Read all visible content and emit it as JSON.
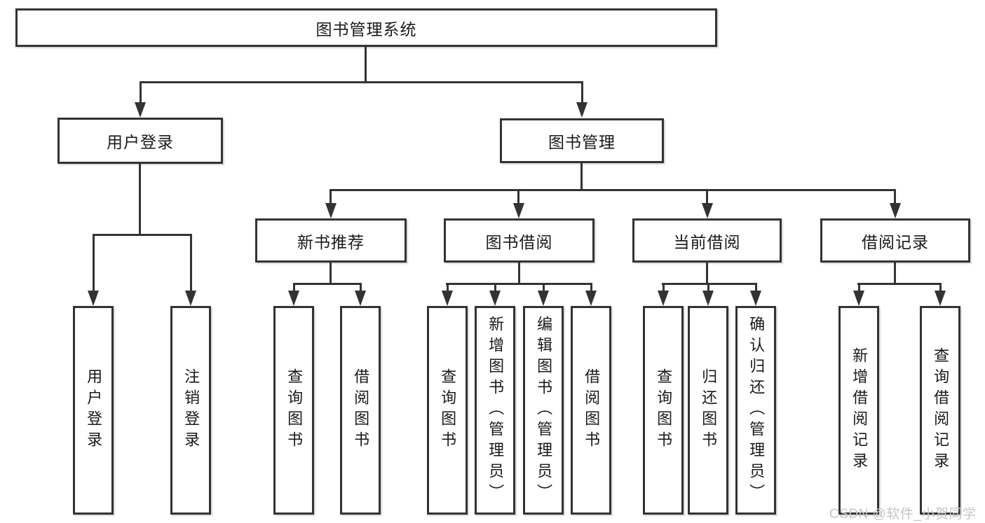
{
  "tree": {
    "label": "图书管理系统",
    "children": [
      {
        "label": "用户登录",
        "children": [
          {
            "label": "用户登录"
          },
          {
            "label": "注销登录"
          }
        ]
      },
      {
        "label": "图书管理",
        "children": [
          {
            "label": "新书推荐",
            "children": [
              {
                "label": "查询图书"
              },
              {
                "label": "借阅图书"
              }
            ]
          },
          {
            "label": "图书借阅",
            "children": [
              {
                "label": "查询图书"
              },
              {
                "label": "新增图书（管理员）"
              },
              {
                "label": "编辑图书（管理员）"
              },
              {
                "label": "借阅图书"
              }
            ]
          },
          {
            "label": "当前借阅",
            "children": [
              {
                "label": "查询图书"
              },
              {
                "label": "归还图书"
              },
              {
                "label": "确认归还（管理员）"
              }
            ]
          },
          {
            "label": "借阅记录",
            "children": [
              {
                "label": "新增借阅记录"
              },
              {
                "label": "查询借阅记录"
              }
            ]
          }
        ]
      }
    ]
  },
  "watermark": {
    "text": "CSDN @软件_小贺同学",
    "color": "#c5c5c5"
  },
  "colors": {
    "line": "#333333",
    "box_border": "#333333",
    "box_fill": "#ffffff",
    "text": "#1a1a1a",
    "background": "#ffffff"
  }
}
